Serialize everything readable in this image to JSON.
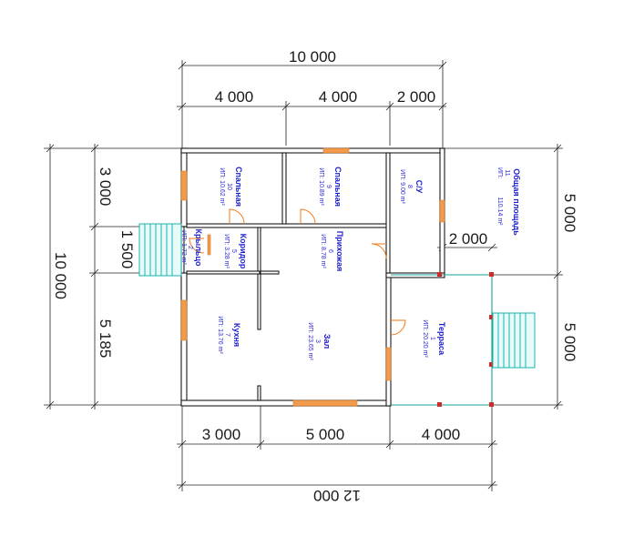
{
  "dimensions": {
    "top_total": "10 000",
    "top_1": "4 000",
    "top_2": "4 000",
    "top_3": "2 000",
    "bottom_1": "3 000",
    "bottom_2": "5 000",
    "bottom_3": "4 000",
    "bottom_total": "12 000",
    "left_total": "10 000",
    "left_1": "3 000",
    "left_2": "1 500",
    "left_3": "5 185",
    "right_1": "5 000",
    "right_2": "5 000",
    "terrace_offset": "2 000"
  },
  "rooms": {
    "bedroom_10": {
      "name": "Спальная",
      "num": "10",
      "area": "ИП: 10.62 m²"
    },
    "bedroom_9": {
      "name": "Спальная",
      "num": "9",
      "area": "ИП: 10.89 m²"
    },
    "bathroom": {
      "name": "С/У",
      "num": "8",
      "area": "ИП: 9.00 m²"
    },
    "total": {
      "name": "Общая площадь",
      "num": "11",
      "area": "ИП:",
      "area2": "110.14 m²"
    },
    "porch": {
      "name": "Крыльцо",
      "num": "2",
      "area": "ИП: 1.72 m²"
    },
    "corridor": {
      "name": "Коридор",
      "num": "5",
      "area": "ИП: 3.28 m²"
    },
    "hall": {
      "name": "Прихожая",
      "num": "6",
      "area": "ИП: 8.78 m²"
    },
    "kitchen": {
      "name": "Кухня",
      "num": "7",
      "area": "ИП: 13.76 m²"
    },
    "living": {
      "name": "Зал",
      "num": "3",
      "area": "ИП: 23.65 m²"
    },
    "terrace": {
      "name": "Терраса",
      "num": "1",
      "area": "ИП: 20.20 m²"
    }
  }
}
